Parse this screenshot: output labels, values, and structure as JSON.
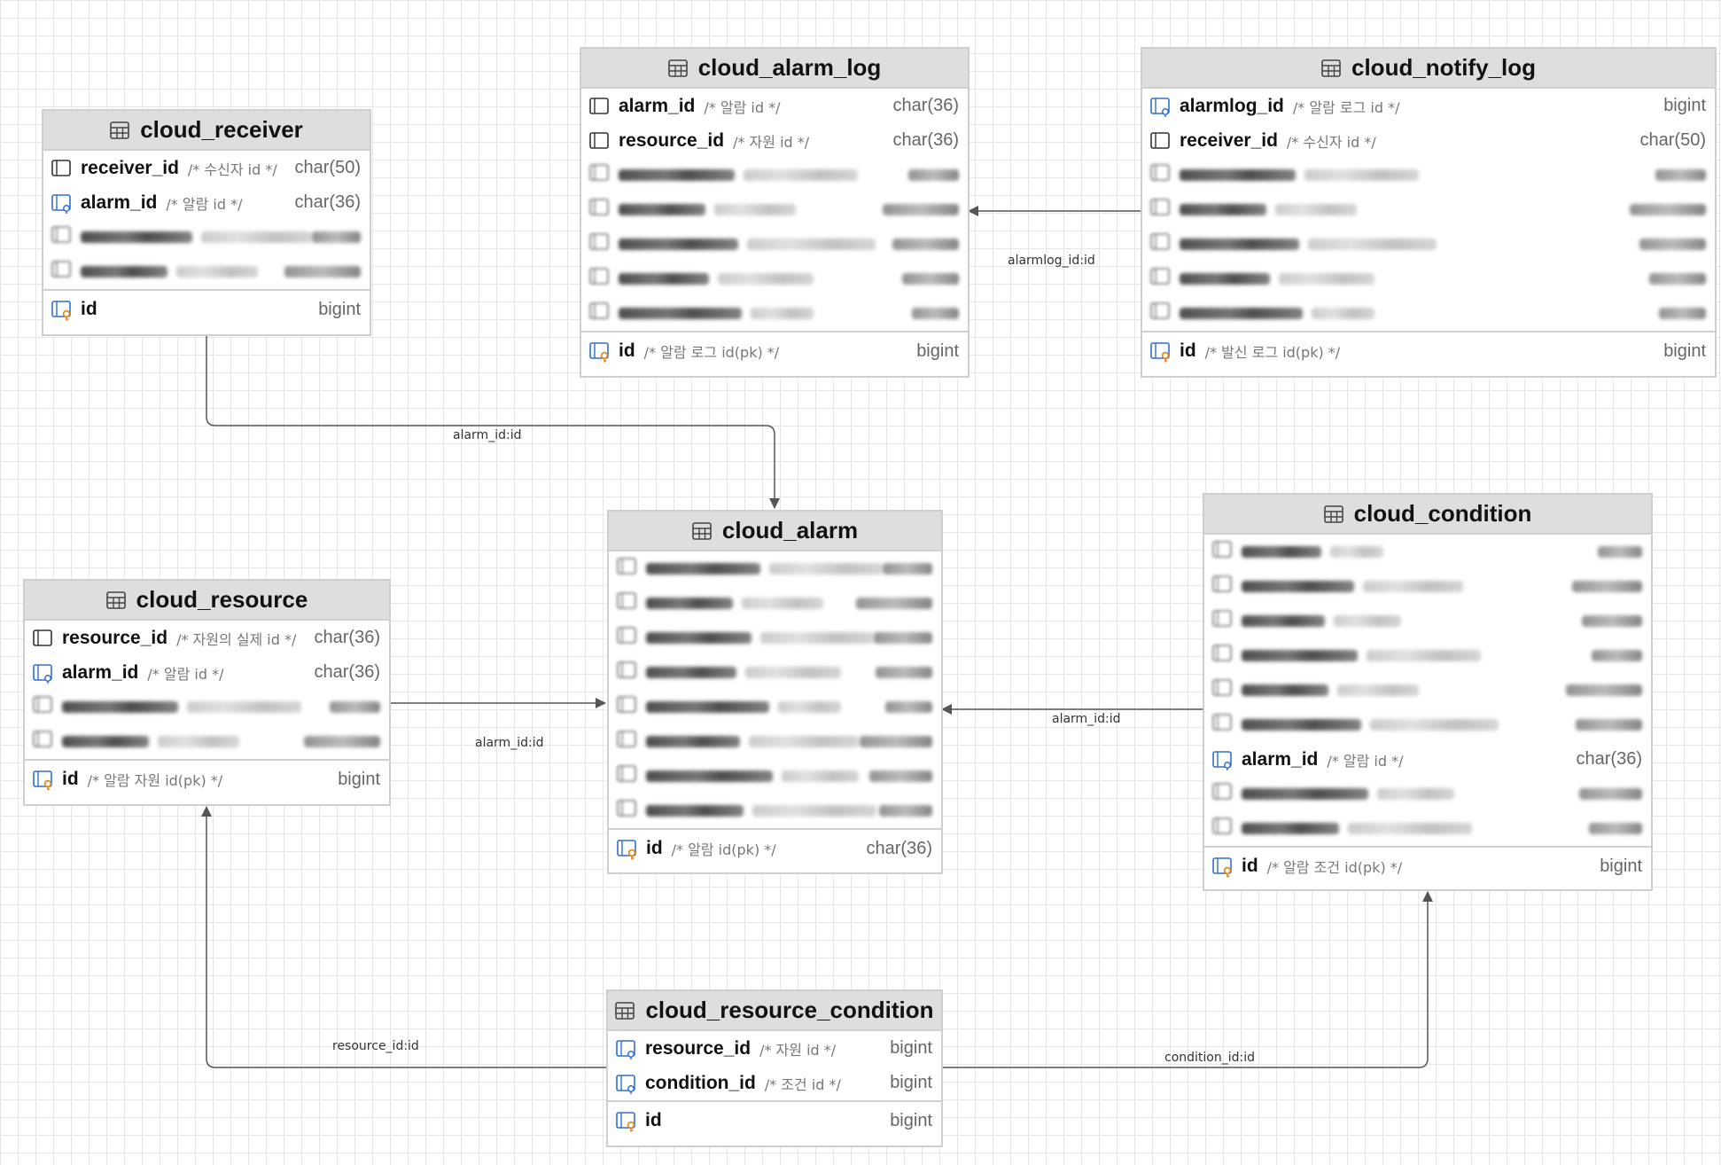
{
  "tables": {
    "cloud_receiver": {
      "name": "cloud_receiver",
      "columns": [
        {
          "name": "receiver_id",
          "comment": "/* 수신자 id */",
          "type": "char(50)",
          "key": "plain"
        },
        {
          "name": "alarm_id",
          "comment": "/* 알람 id */",
          "type": "char(36)",
          "key": "fk"
        }
      ],
      "blurred_count": 2,
      "pk": {
        "name": "id",
        "comment": "",
        "type": "bigint"
      }
    },
    "cloud_alarm_log": {
      "name": "cloud_alarm_log",
      "columns": [
        {
          "name": "alarm_id",
          "comment": "/* 알람 id */",
          "type": "char(36)",
          "key": "plain"
        },
        {
          "name": "resource_id",
          "comment": "/* 자원 id */",
          "type": "char(36)",
          "key": "plain"
        }
      ],
      "blurred_count": 5,
      "pk": {
        "name": "id",
        "comment": "/* 알람 로그 id(pk) */",
        "type": "bigint"
      }
    },
    "cloud_notify_log": {
      "name": "cloud_notify_log",
      "columns": [
        {
          "name": "alarmlog_id",
          "comment": "/* 알람 로그 id */",
          "type": "bigint",
          "key": "fk"
        },
        {
          "name": "receiver_id",
          "comment": "/* 수신자 id */",
          "type": "char(50)",
          "key": "plain"
        }
      ],
      "blurred_count": 5,
      "pk": {
        "name": "id",
        "comment": "/* 발신 로그 id(pk) */",
        "type": "bigint"
      }
    },
    "cloud_alarm": {
      "name": "cloud_alarm",
      "columns": [],
      "blurred_count": 8,
      "pk": {
        "name": "id",
        "comment": "/* 알람 id(pk) */",
        "type": "char(36)"
      }
    },
    "cloud_resource": {
      "name": "cloud_resource",
      "columns": [
        {
          "name": "resource_id",
          "comment": "/* 자원의 실제 id */",
          "type": "char(36)",
          "key": "plain"
        },
        {
          "name": "alarm_id",
          "comment": "/* 알람 id */",
          "type": "char(36)",
          "key": "fk"
        }
      ],
      "blurred_count": 2,
      "pk": {
        "name": "id",
        "comment": "/* 알람 자원 id(pk) */",
        "type": "bigint"
      }
    },
    "cloud_condition": {
      "name": "cloud_condition",
      "columns_before": [],
      "blurred_before": 6,
      "columns": [
        {
          "name": "alarm_id",
          "comment": "/* 알람 id */",
          "type": "char(36)",
          "key": "fk"
        }
      ],
      "blurred_count": 2,
      "pk": {
        "name": "id",
        "comment": "/* 알람 조건 id(pk) */",
        "type": "bigint"
      }
    },
    "cloud_resource_condition": {
      "name": "cloud_resource_condition",
      "columns": [
        {
          "name": "resource_id",
          "comment": "/* 자원 id */",
          "type": "bigint",
          "key": "fk"
        },
        {
          "name": "condition_id",
          "comment": "/* 조건 id */",
          "type": "bigint",
          "key": "fk"
        }
      ],
      "blurred_count": 0,
      "pk": {
        "name": "id",
        "comment": "",
        "type": "bigint"
      }
    }
  },
  "relations": {
    "receiver_to_alarm": "alarm_id:id",
    "notify_to_alarmlog": "alarmlog_id:id",
    "resource_to_alarm": "alarm_id:id",
    "condition_to_alarm": "alarm_id:id",
    "rc_to_resource": "resource_id:id",
    "rc_to_condition": "condition_id:id"
  }
}
